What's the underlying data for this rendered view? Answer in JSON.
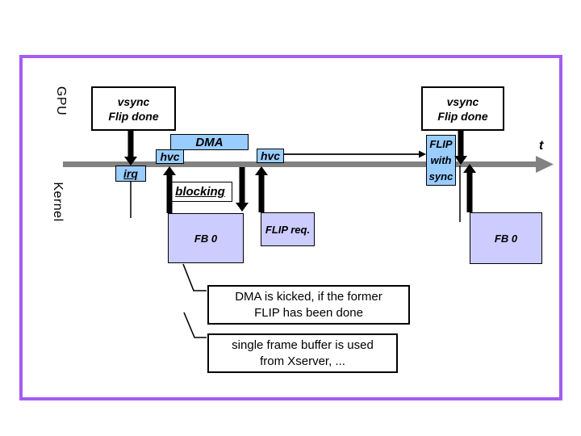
{
  "colors": {
    "border_purple": "#a55cf2",
    "box_blue": "#99ccff",
    "box_lavender": "#ccccff",
    "timeline_gray": "#828282"
  },
  "lanes": {
    "gpu": "GPU",
    "kernel": "Kernel"
  },
  "timeline": {
    "axis_label": "t"
  },
  "gpu_events": {
    "vsync_left": "vsync\nFlip done",
    "vsync_right": "vsync\nFlip done",
    "dma": "DMA",
    "hvc_first": "hvc",
    "hvc_second": "hvc",
    "flip_with_sync": "FLIP\nwith\nsync"
  },
  "kernel_events": {
    "irq": "irq",
    "blocking": "blocking",
    "fb0_left": "FB 0",
    "flip_req": "FLIP req.",
    "fb0_right": "FB 0"
  },
  "callouts": {
    "dma_note": "DMA is kicked, if the former\nFLIP has been done",
    "xserver_note": "single frame buffer is used\nfrom Xserver, ..."
  }
}
